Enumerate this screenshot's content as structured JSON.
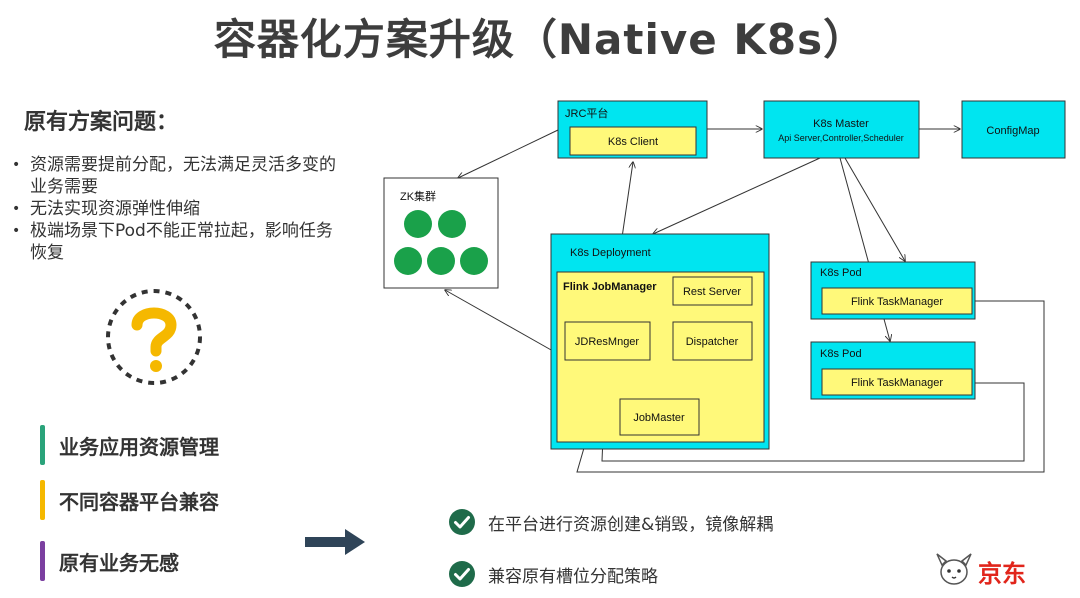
{
  "title": "容器化方案升级（Native K8s）",
  "problems": {
    "heading": "原有方案问题：",
    "items": [
      "资源需要提前分配，无法满足灵活多变的业务需要",
      "无法实现资源弹性伸缩",
      "极端场景下Pod不能正常拉起，影响任务恢复"
    ]
  },
  "goals": [
    {
      "label": "业务应用资源管理",
      "color": "#2aa37a"
    },
    {
      "label": "不同容器平台兼容",
      "color": "#f5b800"
    },
    {
      "label": "原有业务无感",
      "color": "#7b3fa0"
    }
  ],
  "diagram": {
    "jrc": {
      "label": "JRC平台",
      "client": "K8s Client"
    },
    "master": {
      "label": "K8s Master",
      "sub": "Api Server,Controller,Scheduler"
    },
    "configmap": "ConfigMap",
    "zk": "ZK集群",
    "deployment": {
      "label": "K8s Deployment",
      "jobmanager": "Flink JobManager",
      "rest": "Rest Server",
      "jdres": "JDResMnger",
      "dispatcher": "Dispatcher",
      "jobmaster": "JobMaster"
    },
    "pod1": {
      "label": "K8s Pod",
      "tm": "Flink TaskManager"
    },
    "pod2": {
      "label": "K8s Pod",
      "tm": "Flink TaskManager"
    }
  },
  "checks": [
    "在平台进行资源创建&销毁，镜像解耦",
    "兼容原有槽位分配策略"
  ],
  "logo": "京东",
  "colors": {
    "cyan": "#00e5f0",
    "yellow": "#fff97a",
    "green": "#1aa14a",
    "check": "#1f6b4a",
    "arrow": "#2f4458"
  }
}
